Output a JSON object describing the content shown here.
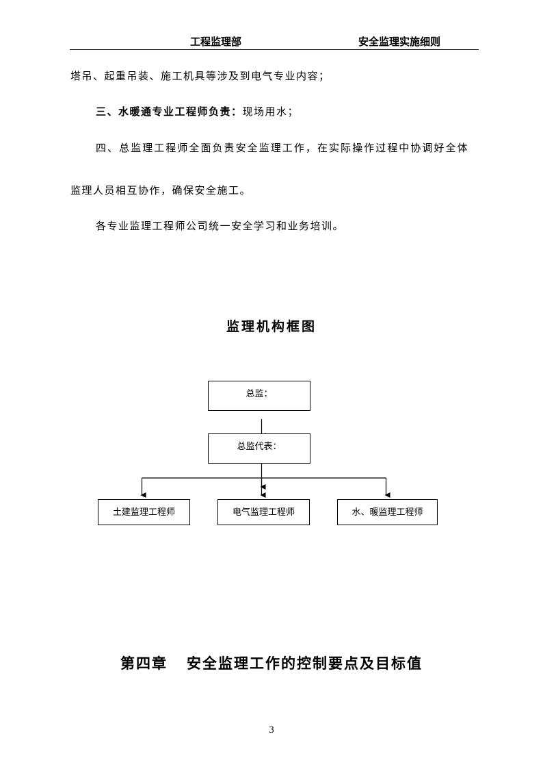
{
  "header": {
    "left": "工程监理部",
    "right": "安全监理实施细则"
  },
  "body": {
    "para1": "塔吊、起重吊装、施工机具等涉及到电气专业内容；",
    "para2_bold": "三、水暖通专业工程师负责：",
    "para2_text": "现场用水；",
    "para3_line1": "四、总监理工程师全面负责安全监理工作，在实际操作过程中协调好全体",
    "para3_line2": "监理人员相互协作，确保安全施工。",
    "para4": "各专业监理工程师公司统一安全学习和业务培训。"
  },
  "diagram": {
    "title": "监理机构框图",
    "top_box": "总监：",
    "middle_box": "总监代表：",
    "bottom_boxes": [
      "土建监理工程师",
      "电气监理工程师",
      "水、暖监理工程师"
    ]
  },
  "chapter_title": "第四章   安全监理工作的控制要点及目标值",
  "page_number": "3"
}
